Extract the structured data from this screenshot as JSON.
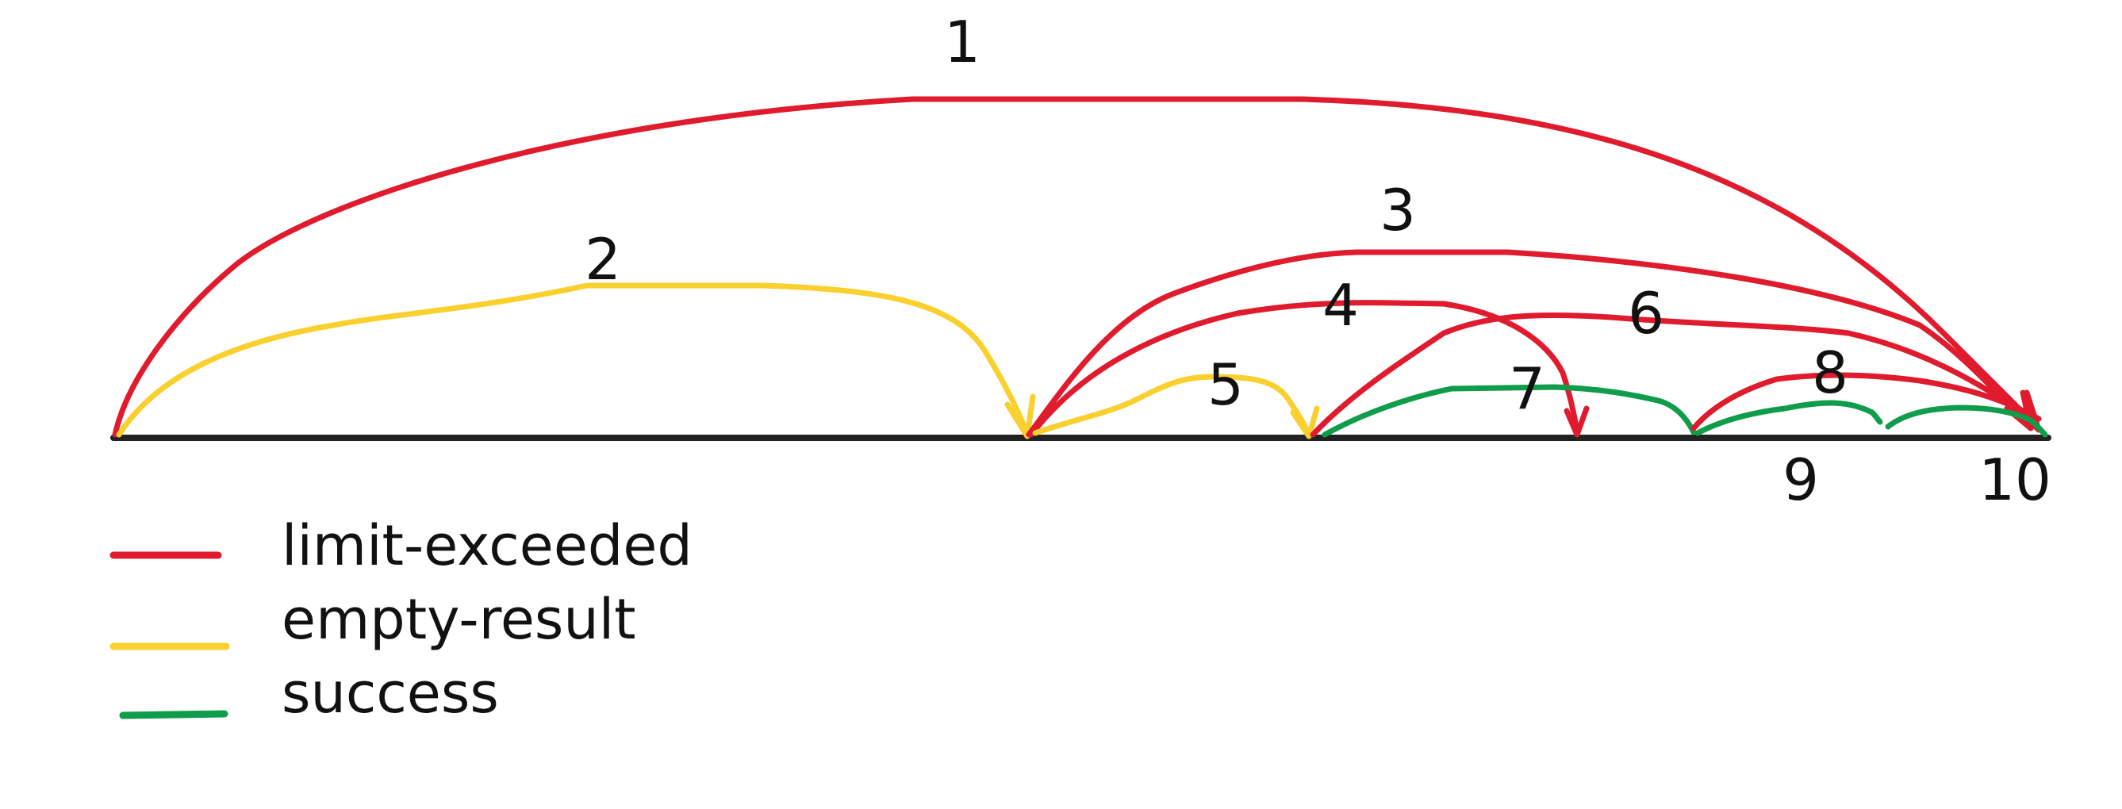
{
  "colors": {
    "limit_exceeded": "#e01b2d",
    "empty_result": "#f9d02e",
    "success": "#0f9d4b",
    "axis": "#222222"
  },
  "arc_labels": [
    "1",
    "2",
    "3",
    "4",
    "5",
    "6",
    "7",
    "8",
    "9",
    "10"
  ],
  "legend": [
    {
      "label": "limit-exceeded",
      "color": "#e01b2d"
    },
    {
      "label": "empty-result",
      "color": "#f9d02e"
    },
    {
      "label": "success",
      "color": "#0f9d4b"
    }
  ]
}
